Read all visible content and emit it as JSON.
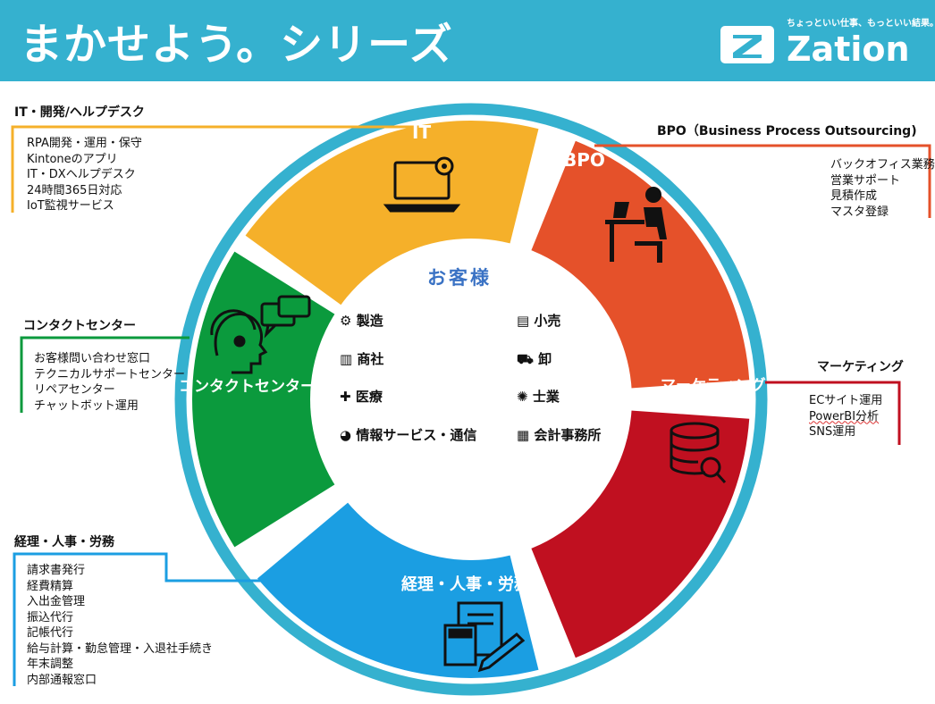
{
  "header": {
    "title": "まかせよう。シリーズ",
    "brand": "Zation",
    "tagline": "ちょっといい仕事、もっといい結果。"
  },
  "segments": {
    "it": {
      "label": "IT",
      "color": "#f5b02a",
      "icon": "laptop-gear-icon"
    },
    "bpo": {
      "label": "BPO",
      "color": "#e5512a",
      "icon": "desk-worker-icon"
    },
    "marketing": {
      "label": "マーケティング",
      "color": "#c01020",
      "icon": "database-search-icon"
    },
    "accounting": {
      "label": "経理・人事・労務",
      "color": "#1b9ee2",
      "icon": "calculator-document-icon"
    },
    "contact": {
      "label": "コンタクトセンター",
      "color": "#0b9a3d",
      "icon": "headset-chat-icon"
    }
  },
  "ring_color": "#35b1cf",
  "center": {
    "title": "お客様",
    "industries_left": [
      {
        "label": "製造",
        "icon": "gears-icon"
      },
      {
        "label": "商社",
        "icon": "building-icon"
      },
      {
        "label": "医療",
        "icon": "medical-hands-icon"
      },
      {
        "label": "情報サービス・通信",
        "icon": "globe-icon"
      }
    ],
    "industries_right": [
      {
        "label": "小売",
        "icon": "storefront-icon"
      },
      {
        "label": "卸",
        "icon": "cart-icon"
      },
      {
        "label": "士業",
        "icon": "badge-icon"
      },
      {
        "label": "会計事務所",
        "icon": "calculator-icon"
      }
    ]
  },
  "panels": {
    "it": {
      "title": "IT・開発/ヘルプデスク",
      "items": [
        "RPA開発・運用・保守",
        "Kintoneのアプリ",
        "IT・DXヘルプデスク",
        "24時間365日対応",
        "IoT監視サービス"
      ]
    },
    "bpo": {
      "title": "BPO（Business Process Outsourcing)",
      "items": [
        "バックオフィス業務",
        "営業サポート",
        "見積作成",
        "マスタ登録"
      ]
    },
    "contact": {
      "title": "コンタクトセンター",
      "items": [
        "お客様問い合わせ窓口",
        "テクニカルサポートセンター",
        "リペアセンター",
        "チャットボット運用"
      ]
    },
    "marketing": {
      "title": "マーケティング",
      "items": [
        "ECサイト運用",
        "PowerBI分析",
        "SNS運用"
      ]
    },
    "accounting": {
      "title": "経理・人事・労務",
      "items": [
        "請求書発行",
        "経費精算",
        "入出金管理",
        "振込代行",
        "記帳代行",
        "給与計算・勤怠管理・入退社手続き",
        "年末調整",
        "内部通報窓口"
      ]
    }
  }
}
